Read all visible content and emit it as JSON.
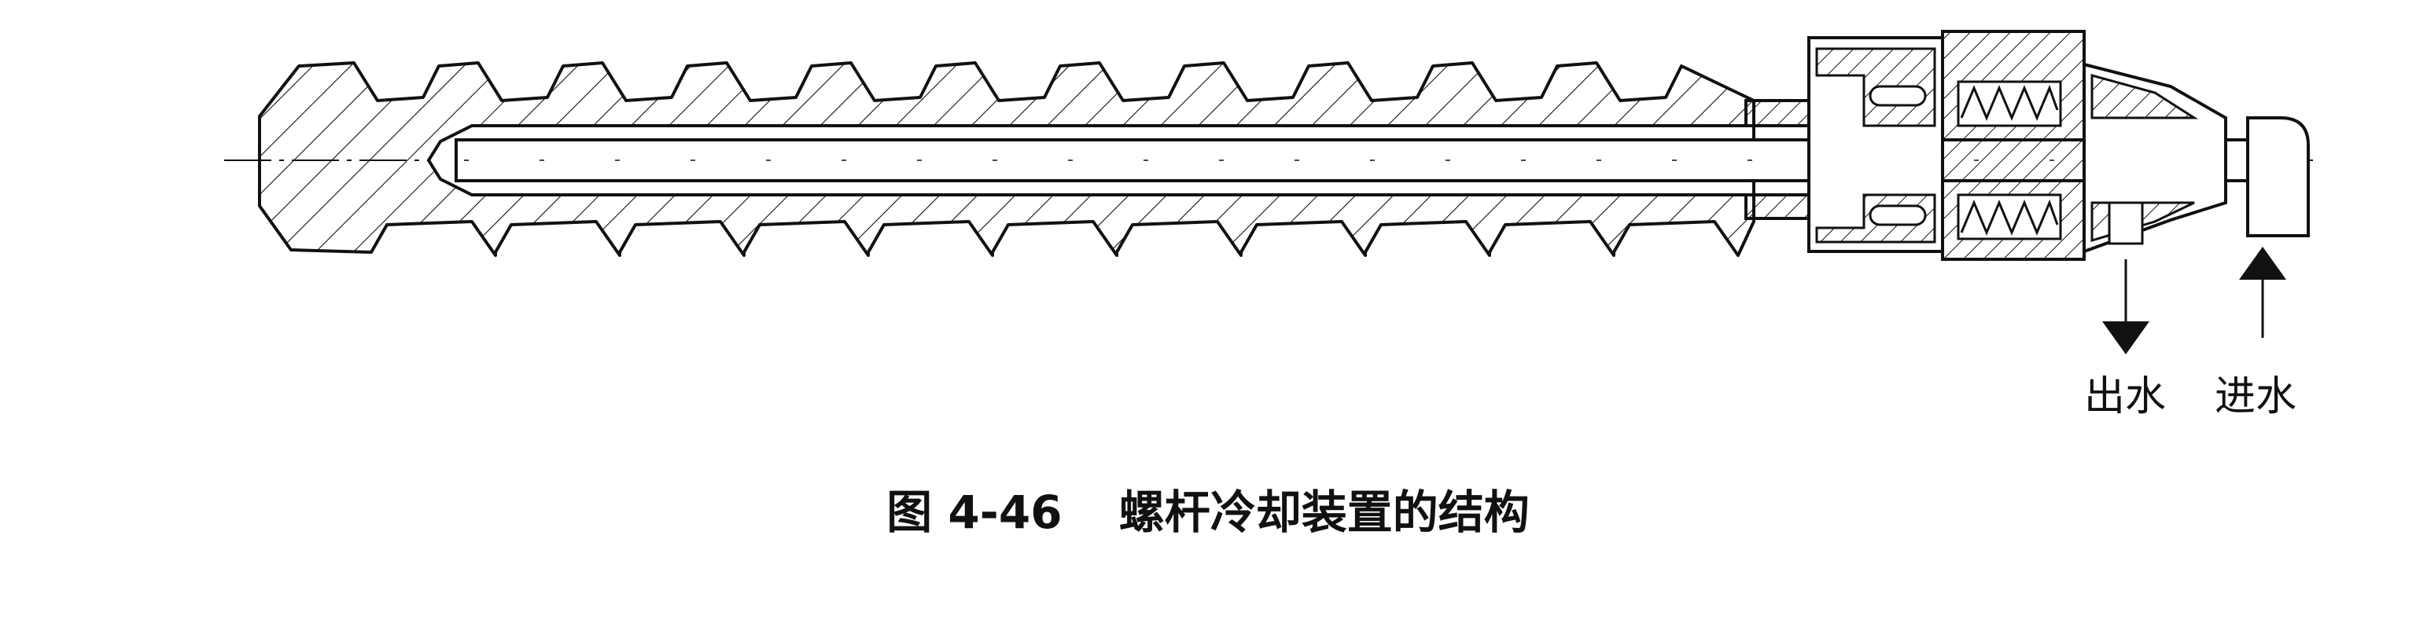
{
  "figure": {
    "labels": {
      "water_out": "出水",
      "water_in": "进水"
    },
    "caption": {
      "number": "图 4-46",
      "title": "螺杆冷却装置的结构"
    }
  }
}
